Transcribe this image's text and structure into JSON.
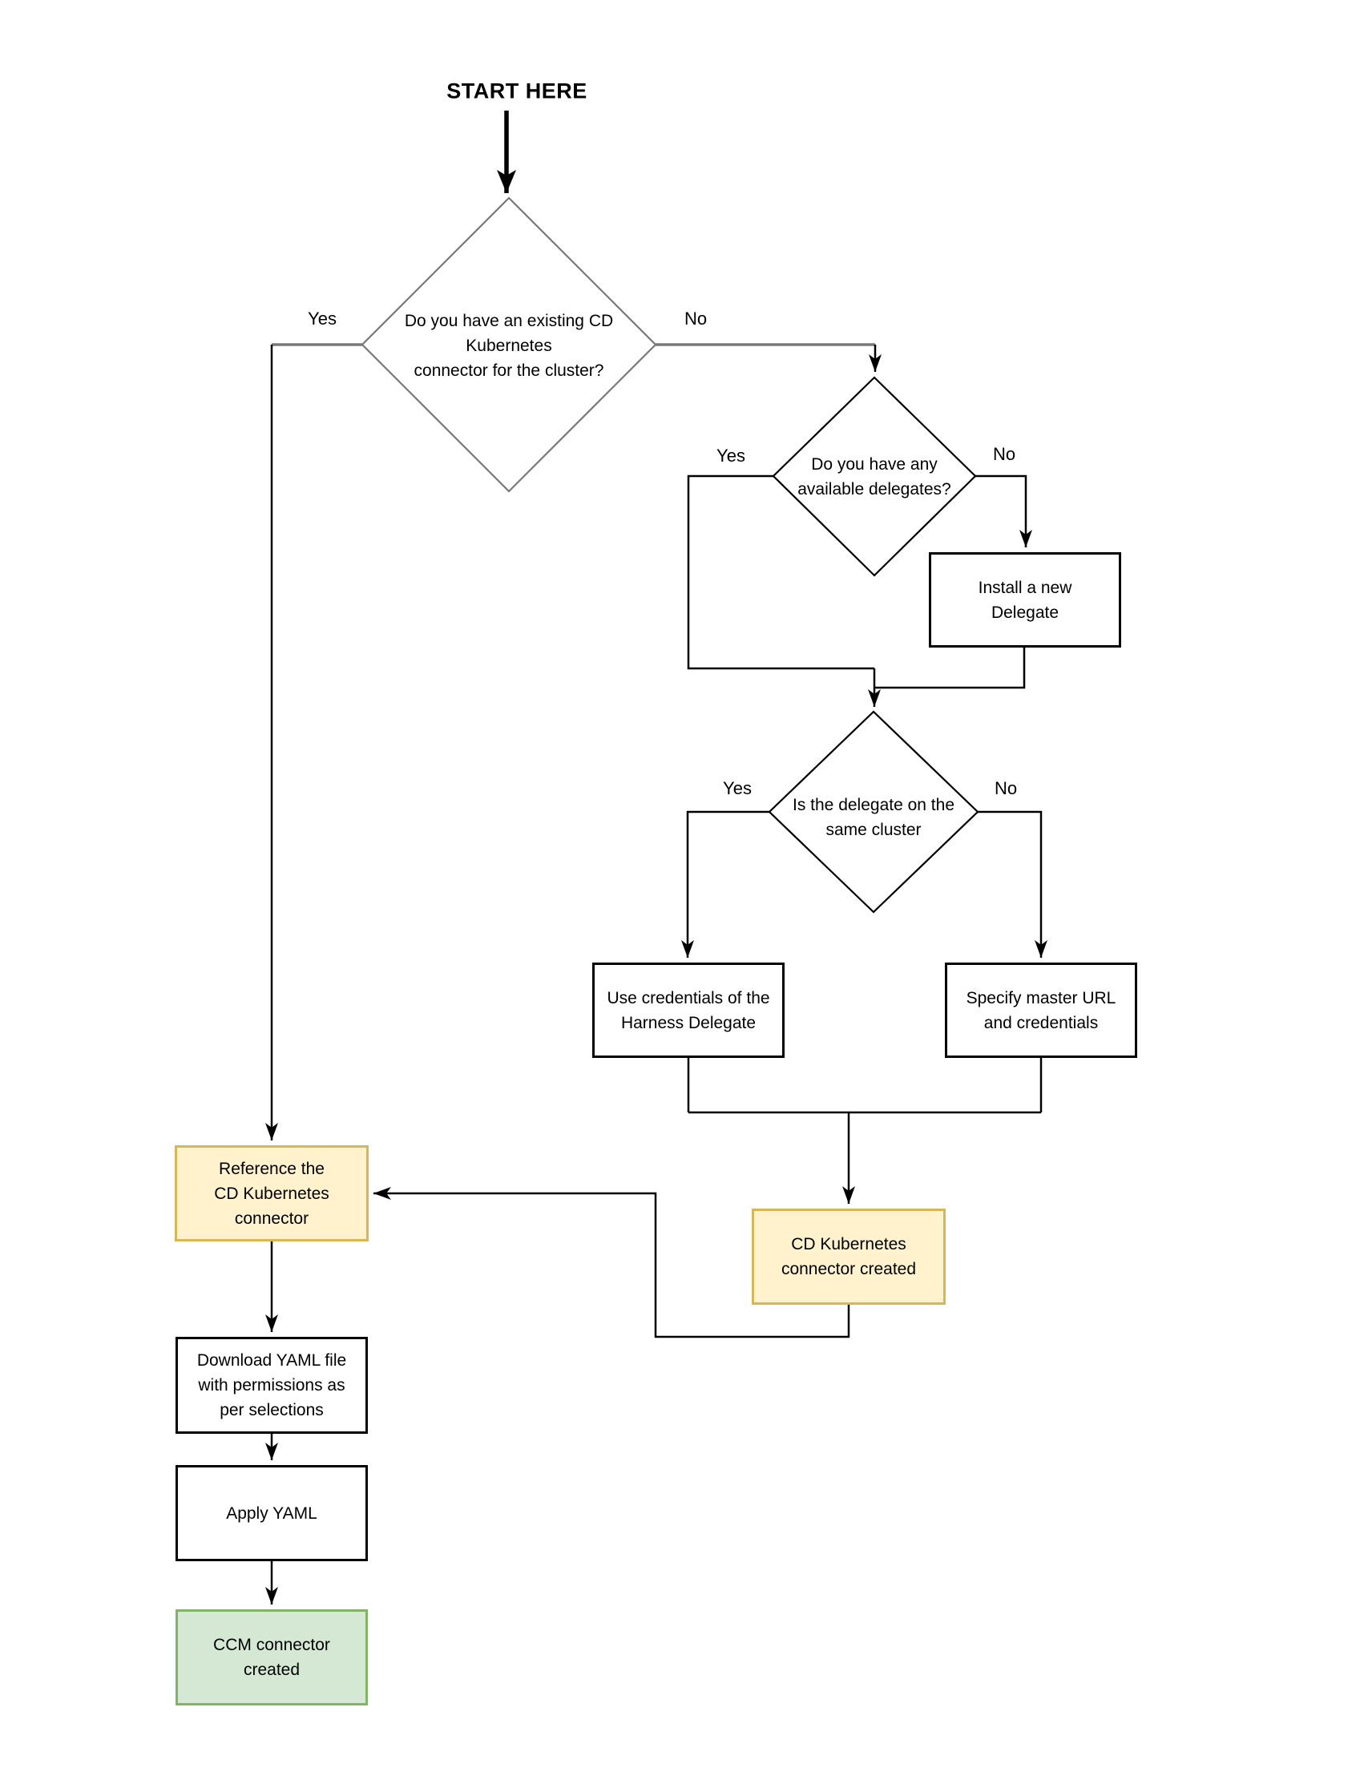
{
  "page": {
    "title": "START HERE"
  },
  "colors": {
    "line": "#000000",
    "gray_line": "#787878",
    "box_border": "#000000",
    "box_fill": "#ffffff",
    "yellow_fill": "#fff2cc",
    "yellow_border": "#d6b656",
    "green_fill": "#d5e8d4",
    "green_border": "#82b366",
    "text": "#000000",
    "background": "#ffffff"
  },
  "nodes": {
    "decision_existing_connector": {
      "type": "decision",
      "label": "Do you have an existing CD\nKubernetes\nconnector for the cluster?"
    },
    "decision_available_delegates": {
      "type": "decision",
      "label": "Do you have any\navailable delegates?"
    },
    "install_delegate": {
      "type": "process",
      "label": "Install a new\nDelegate"
    },
    "decision_same_cluster": {
      "type": "decision",
      "label": "Is the delegate on the\nsame cluster"
    },
    "use_credentials": {
      "type": "process",
      "label": "Use credentials of the\nHarness Delegate"
    },
    "specify_master_url": {
      "type": "process",
      "label": "Specify master URL\nand credentials"
    },
    "cd_connector_created": {
      "type": "terminal-yellow",
      "label": "CD Kubernetes\nconnector created"
    },
    "reference_connector": {
      "type": "terminal-yellow",
      "label": "Reference the\nCD Kubernetes\nconnector"
    },
    "download_yaml": {
      "type": "process",
      "label": "Download YAML file\nwith permissions as\nper selections"
    },
    "apply_yaml": {
      "type": "process",
      "label": "Apply YAML"
    },
    "ccm_connector_created": {
      "type": "terminal-green",
      "label": "CCM connector\ncreated"
    }
  },
  "edge_labels": {
    "d1_yes": "Yes",
    "d1_no": "No",
    "d2_yes": "Yes",
    "d2_no": "No",
    "d3_yes": "Yes",
    "d3_no": "No"
  }
}
